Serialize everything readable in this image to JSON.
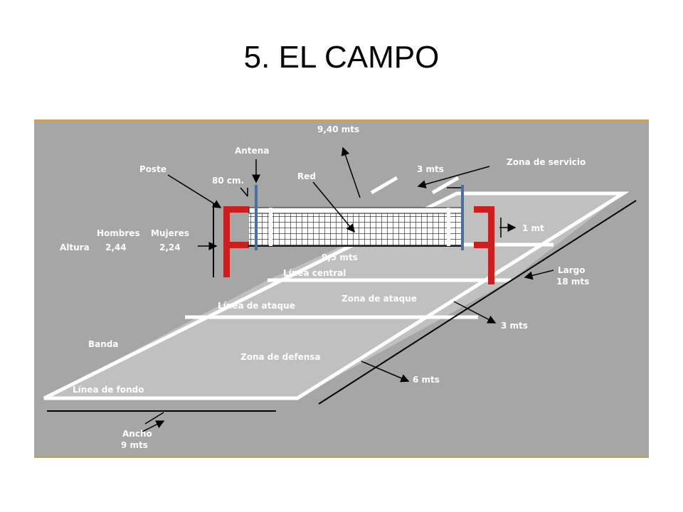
{
  "slide": {
    "title": "5. EL CAMPO"
  },
  "colors": {
    "frame": "#c8a25a",
    "background": "#a6a6a6",
    "court_fill": "#c0c0c0",
    "lines": "#ffffff",
    "post": "#cc1f1f",
    "antenna": "#4a6fa0",
    "net": "#1a1a1a"
  },
  "diagram": {
    "labels": {
      "distance_9_40": "9,40 mts",
      "antena": "Antena",
      "poste": "Poste",
      "red": "Red",
      "ochenta_cm": "80 cm.",
      "tres_mts_top": "3 mts",
      "zona_servicio": "Zona de servicio",
      "hombres": "Hombres",
      "mujeres": "Mujeres",
      "altura": "Altura",
      "altura_hombres": "2,44",
      "altura_mujeres": "2,24",
      "un_metro": "1 mt",
      "nueve_cinco": "9,5 mts",
      "linea_central": "Línea central",
      "largo": "Largo",
      "largo_valor": "18 mts",
      "linea_ataque": "Línea de ataque",
      "zona_ataque": "Zona de ataque",
      "tres_mts": "3 mts",
      "banda": "Banda",
      "zona_defensa": "Zona de defensa",
      "seis_mts": "6 mts",
      "linea_fondo": "Línea de fondo",
      "ancho": "Ancho",
      "ancho_valor": "9 mts"
    }
  }
}
